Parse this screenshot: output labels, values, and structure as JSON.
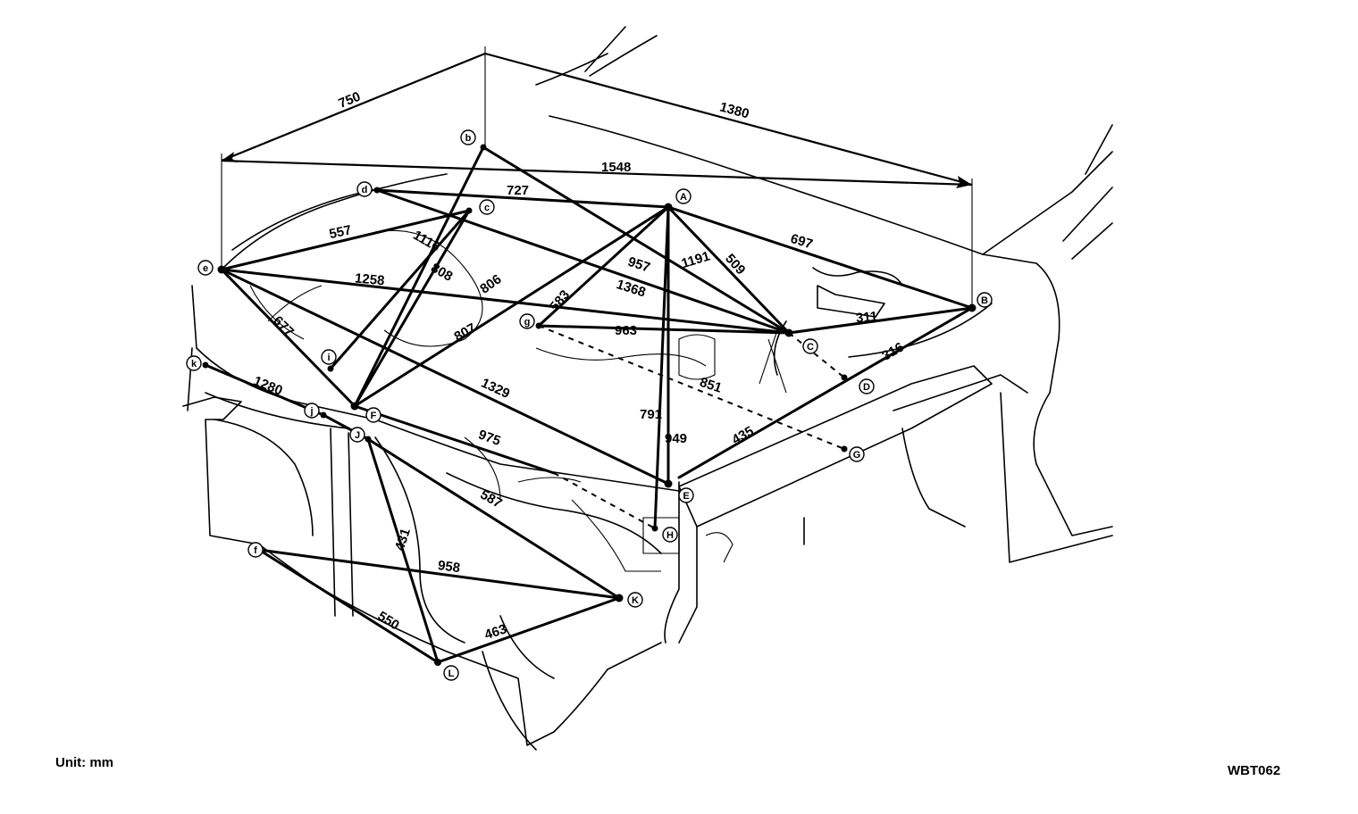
{
  "unit_label": "Unit: mm",
  "figure_code": "WBT062",
  "points": [
    {
      "id": "b",
      "label": "b"
    },
    {
      "id": "d",
      "label": "d"
    },
    {
      "id": "c",
      "label": "c"
    },
    {
      "id": "A",
      "label": "A"
    },
    {
      "id": "e",
      "label": "e"
    },
    {
      "id": "B",
      "label": "B"
    },
    {
      "id": "C",
      "label": "C"
    },
    {
      "id": "D",
      "label": "D"
    },
    {
      "id": "g",
      "label": "g"
    },
    {
      "id": "i",
      "label": "i"
    },
    {
      "id": "k",
      "label": "k"
    },
    {
      "id": "j",
      "label": "j"
    },
    {
      "id": "J",
      "label": "J"
    },
    {
      "id": "F",
      "label": "F"
    },
    {
      "id": "E",
      "label": "E"
    },
    {
      "id": "H",
      "label": "H"
    },
    {
      "id": "G",
      "label": "G"
    },
    {
      "id": "f",
      "label": "f"
    },
    {
      "id": "K",
      "label": "K"
    },
    {
      "id": "L",
      "label": "L"
    }
  ],
  "dimensions": [
    {
      "id": "d750",
      "value": "750"
    },
    {
      "id": "d1380",
      "value": "1380"
    },
    {
      "id": "d1548",
      "value": "1548"
    },
    {
      "id": "d727",
      "value": "727"
    },
    {
      "id": "d697",
      "value": "697"
    },
    {
      "id": "d557",
      "value": "557"
    },
    {
      "id": "d1116",
      "value": "1116"
    },
    {
      "id": "d808",
      "value": "808"
    },
    {
      "id": "d806",
      "value": "806"
    },
    {
      "id": "d957",
      "value": "957"
    },
    {
      "id": "d1191",
      "value": "1191"
    },
    {
      "id": "d509",
      "value": "509"
    },
    {
      "id": "d1258",
      "value": "1258"
    },
    {
      "id": "d1368",
      "value": "1368"
    },
    {
      "id": "d583",
      "value": "583"
    },
    {
      "id": "d311",
      "value": "311"
    },
    {
      "id": "d316",
      "value": "316"
    },
    {
      "id": "d677",
      "value": "677"
    },
    {
      "id": "d807",
      "value": "807"
    },
    {
      "id": "d963",
      "value": "963"
    },
    {
      "id": "d851",
      "value": "851"
    },
    {
      "id": "d1280",
      "value": "1280"
    },
    {
      "id": "d1329",
      "value": "1329"
    },
    {
      "id": "d791",
      "value": "791"
    },
    {
      "id": "d949",
      "value": "949"
    },
    {
      "id": "d435",
      "value": "435"
    },
    {
      "id": "d975",
      "value": "975"
    },
    {
      "id": "d587",
      "value": "587"
    },
    {
      "id": "d431",
      "value": "431"
    },
    {
      "id": "d958",
      "value": "958"
    },
    {
      "id": "d550",
      "value": "550"
    },
    {
      "id": "d463",
      "value": "463"
    }
  ]
}
